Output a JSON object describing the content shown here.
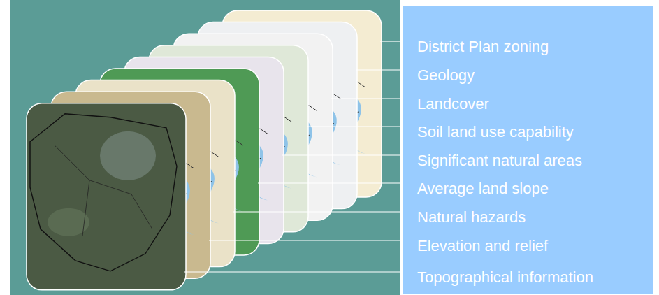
{
  "diagram": {
    "nodes": [
      {
        "text": [
          "District Plan zoning",
          "Geology",
          "Landcover",
          "Soil land use capability",
          "Significant natural areas",
          "Average land slope",
          "Natural hazards",
          "Elevation and relief",
          "Topographical information"
        ]
      }
    ]
  }
}
